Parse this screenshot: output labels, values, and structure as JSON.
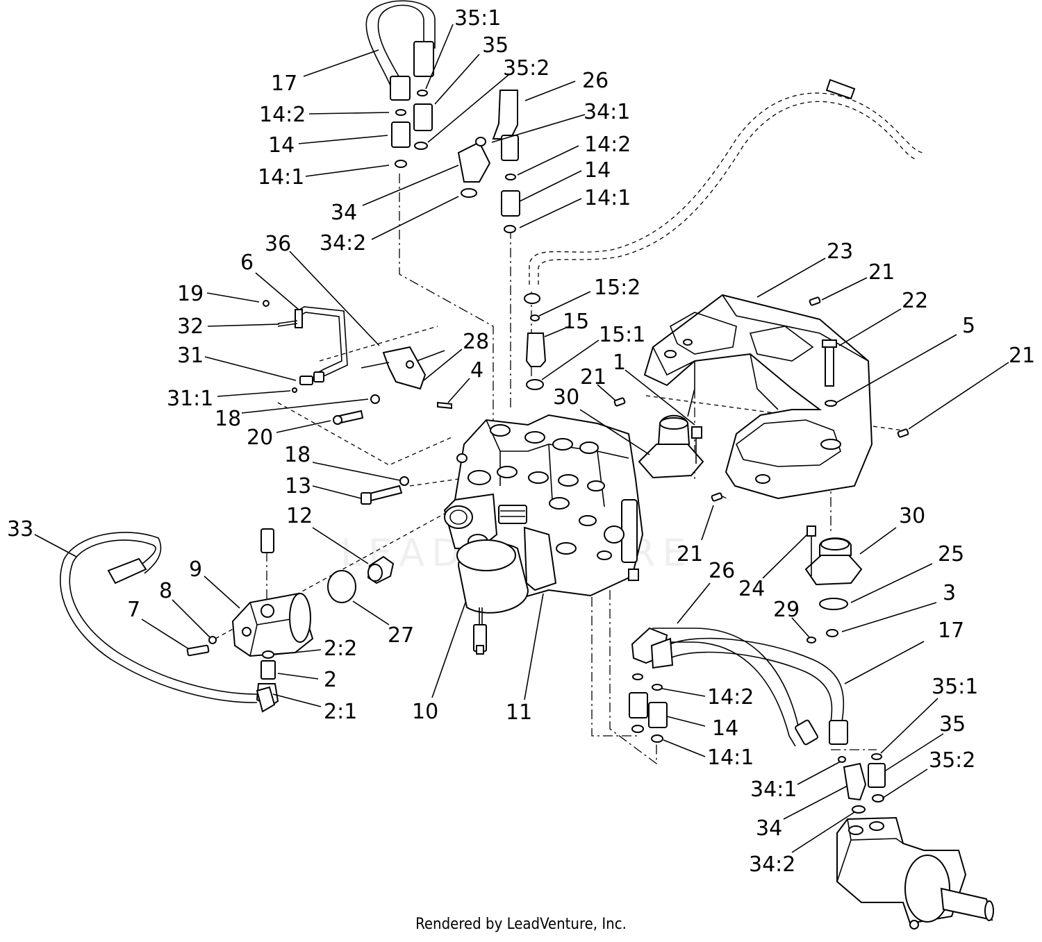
{
  "callouts": [
    {
      "id": "c1",
      "text": "35:1"
    },
    {
      "id": "c2",
      "text": "35"
    },
    {
      "id": "c3",
      "text": "35:2"
    },
    {
      "id": "c4",
      "text": "17"
    },
    {
      "id": "c5",
      "text": "14:2"
    },
    {
      "id": "c6",
      "text": "14"
    },
    {
      "id": "c7",
      "text": "14:1"
    },
    {
      "id": "c8",
      "text": "26"
    },
    {
      "id": "c9",
      "text": "34:1"
    },
    {
      "id": "c10",
      "text": "14:2"
    },
    {
      "id": "c11",
      "text": "14"
    },
    {
      "id": "c12",
      "text": "14:1"
    },
    {
      "id": "c13",
      "text": "34"
    },
    {
      "id": "c14",
      "text": "34:2"
    },
    {
      "id": "c15",
      "text": "36"
    },
    {
      "id": "c16",
      "text": "6"
    },
    {
      "id": "c17",
      "text": "19"
    },
    {
      "id": "c18",
      "text": "32"
    },
    {
      "id": "c19",
      "text": "31"
    },
    {
      "id": "c20",
      "text": "31:1"
    },
    {
      "id": "c21",
      "text": "18"
    },
    {
      "id": "c22",
      "text": "20"
    },
    {
      "id": "c23",
      "text": "28"
    },
    {
      "id": "c24",
      "text": "4"
    },
    {
      "id": "c25",
      "text": "23"
    },
    {
      "id": "c26",
      "text": "21"
    },
    {
      "id": "c27",
      "text": "22"
    },
    {
      "id": "c28",
      "text": "15:2"
    },
    {
      "id": "c29",
      "text": "15"
    },
    {
      "id": "c30",
      "text": "15:1"
    },
    {
      "id": "c31",
      "text": "5"
    },
    {
      "id": "c32",
      "text": "21"
    },
    {
      "id": "c33",
      "text": "1"
    },
    {
      "id": "c34",
      "text": "21"
    },
    {
      "id": "c35",
      "text": "30"
    },
    {
      "id": "c36",
      "text": "18"
    },
    {
      "id": "c37",
      "text": "13"
    },
    {
      "id": "c38",
      "text": "12"
    },
    {
      "id": "c39",
      "text": "33"
    },
    {
      "id": "c40",
      "text": "9"
    },
    {
      "id": "c41",
      "text": "8"
    },
    {
      "id": "c42",
      "text": "7"
    },
    {
      "id": "c43",
      "text": "27"
    },
    {
      "id": "c44",
      "text": "2:2"
    },
    {
      "id": "c45",
      "text": "2"
    },
    {
      "id": "c46",
      "text": "2:1"
    },
    {
      "id": "c47",
      "text": "10"
    },
    {
      "id": "c48",
      "text": "11"
    },
    {
      "id": "c49",
      "text": "21"
    },
    {
      "id": "c50",
      "text": "30"
    },
    {
      "id": "c51",
      "text": "25"
    },
    {
      "id": "c52",
      "text": "24"
    },
    {
      "id": "c53",
      "text": "3"
    },
    {
      "id": "c54",
      "text": "29"
    },
    {
      "id": "c55",
      "text": "26"
    },
    {
      "id": "c56",
      "text": "17"
    },
    {
      "id": "c57",
      "text": "14:2"
    },
    {
      "id": "c58",
      "text": "14"
    },
    {
      "id": "c59",
      "text": "14:1"
    },
    {
      "id": "c60",
      "text": "35:1"
    },
    {
      "id": "c61",
      "text": "35"
    },
    {
      "id": "c62",
      "text": "35:2"
    },
    {
      "id": "c63",
      "text": "34:1"
    },
    {
      "id": "c64",
      "text": "34"
    },
    {
      "id": "c65",
      "text": "34:2"
    }
  ],
  "watermark": "LEADVENTURE",
  "footer": "Rendered by LeadVenture, Inc."
}
